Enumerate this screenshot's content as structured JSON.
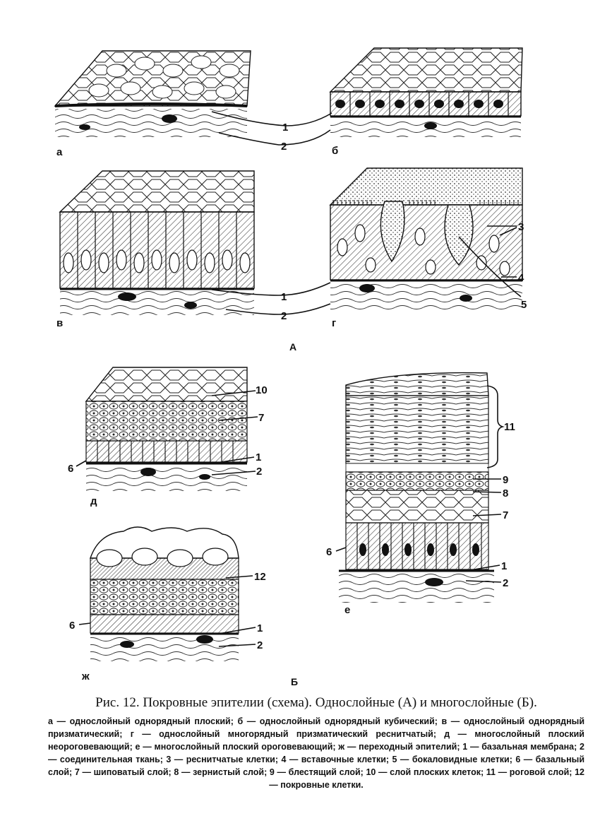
{
  "section_labels": {
    "A": "А",
    "B": "Б"
  },
  "panel_labels": {
    "a": "а",
    "b": "б",
    "v": "в",
    "g": "г",
    "d": "д",
    "e": "е",
    "zh": "ж"
  },
  "numbers": {
    "n1": "1",
    "n2": "2",
    "n3": "3",
    "n4": "4",
    "n5": "5",
    "n6": "6",
    "n7": "7",
    "n8": "8",
    "n9": "9",
    "n10": "10",
    "n11": "11",
    "n12": "12"
  },
  "caption": {
    "title": "Рис. 12. Покровные эпителии (схема). Однослойные (А) и многослойные (Б).",
    "legend": "а — однослойный однорядный плоский; б — однослойный однорядный кубический; в — однослойный однорядный призматический; г — однослойный многорядный призматический реснитчатый; д — многослойный плоский неороговевающий; е — многослойный плоский ороговевающий; ж — переходный эпителий; 1 — базальная мембрана; 2 — соединительная ткань; 3 — реснитчатые клетки; 4 — вставочные клетки; 5 — бокаловидные клетки; 6 — базальный слой; 7 — шиповатый слой; 8 — зернистый слой; 9 — блестящий слой; 10 — слой плоских клеток; 11 — роговой слой; 12 — покровные клетки."
  },
  "colors": {
    "ink": "#111111",
    "paper": "#ffffff"
  }
}
